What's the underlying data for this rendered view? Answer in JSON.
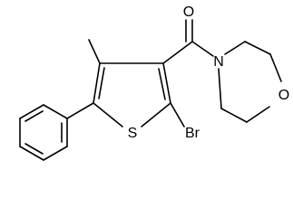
{
  "molecule": {
    "atoms": {
      "oxygen_carbonyl": "O",
      "sulfur": "S",
      "bromine": "Br",
      "nitrogen": "N",
      "oxygen_ring": "O"
    }
  }
}
